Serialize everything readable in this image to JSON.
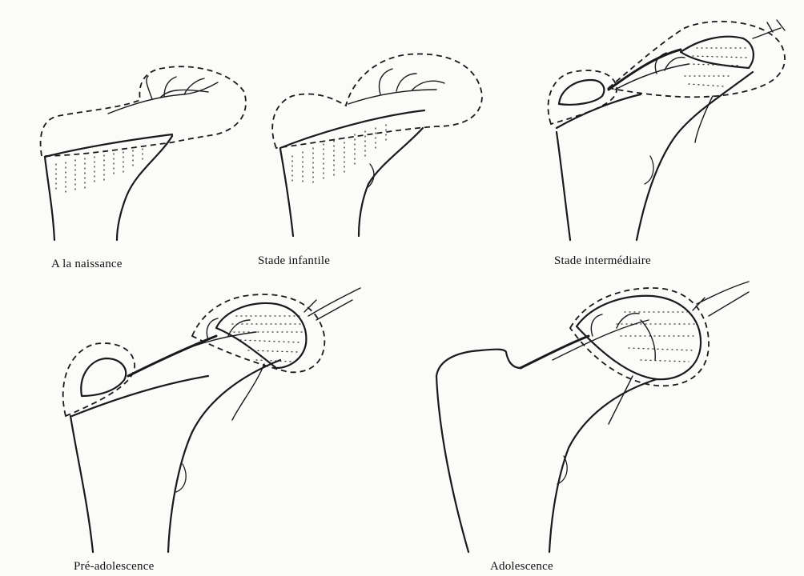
{
  "captions": {
    "birth": "A la naissance",
    "infantile": "Stade infantile",
    "intermediate": "Stade intermédiaire",
    "pre_adolescence": "Pré-adolescence",
    "adolescence": "Adolescence"
  }
}
